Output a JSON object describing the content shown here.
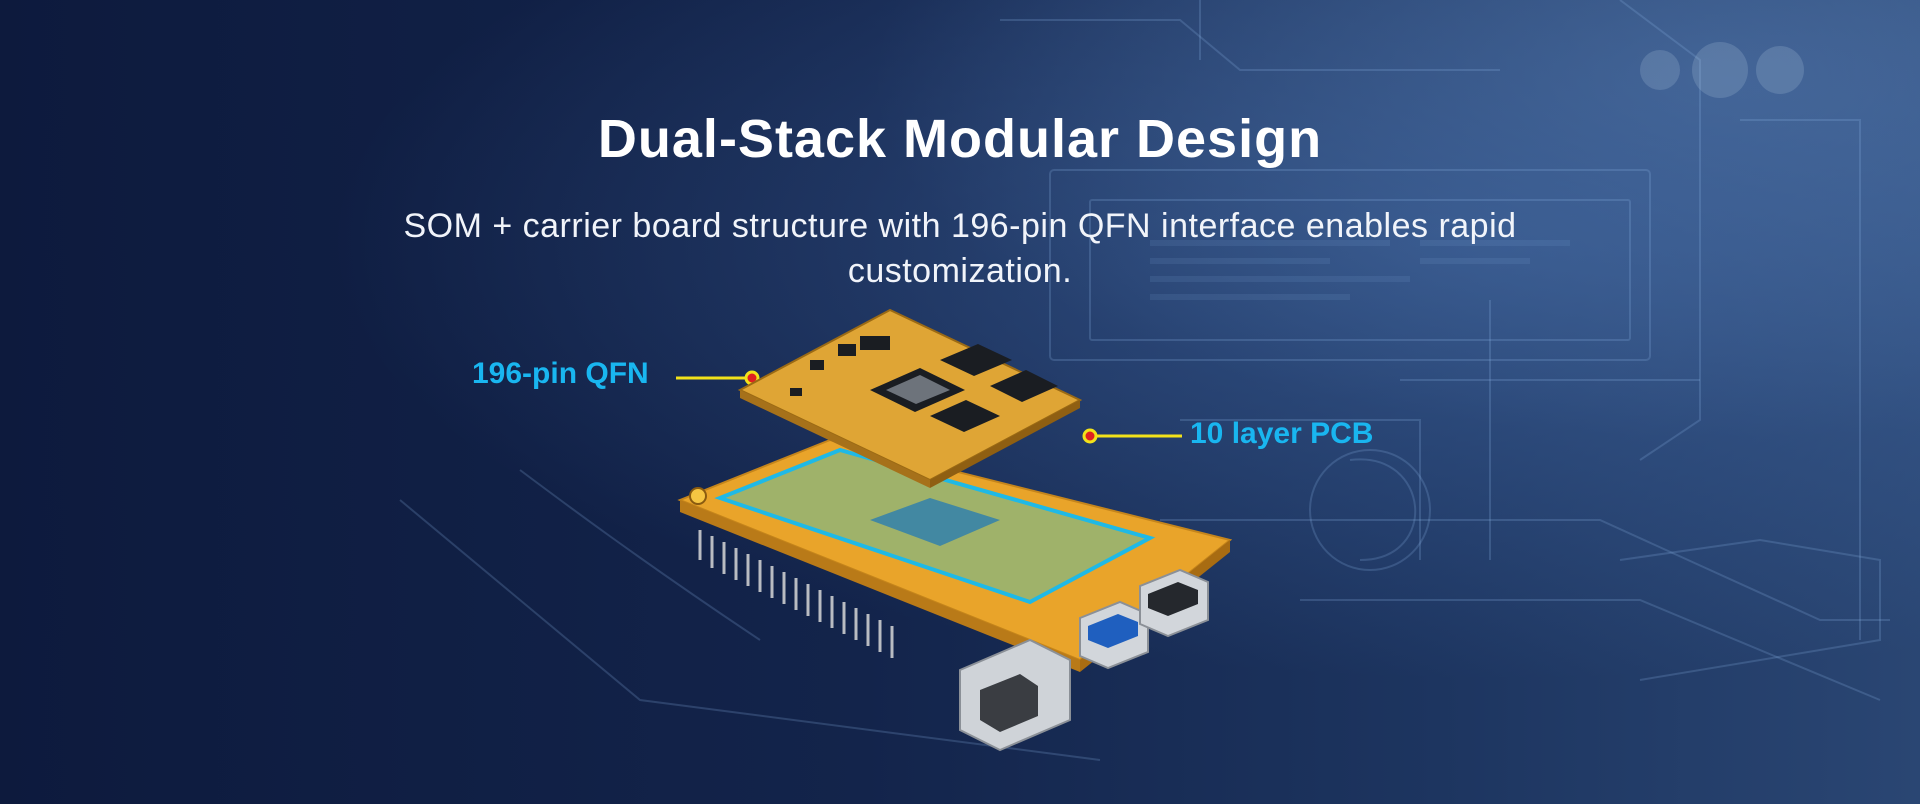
{
  "hero": {
    "title": "Dual-Stack Modular Design",
    "subtitle": "SOM + carrier board structure with 196-pin QFN interface enables rapid customization."
  },
  "callouts": {
    "left_label": "196-pin QFN",
    "right_label": "10 layer PCB"
  },
  "colors": {
    "callout_text": "#19b6f0",
    "leader_line": "#f2e21a",
    "pcb_orange": "#e9a42a",
    "pcb_green": "#9fb26a",
    "chip_dark": "#1a1d22",
    "background_dark": "#0b1a3a"
  }
}
